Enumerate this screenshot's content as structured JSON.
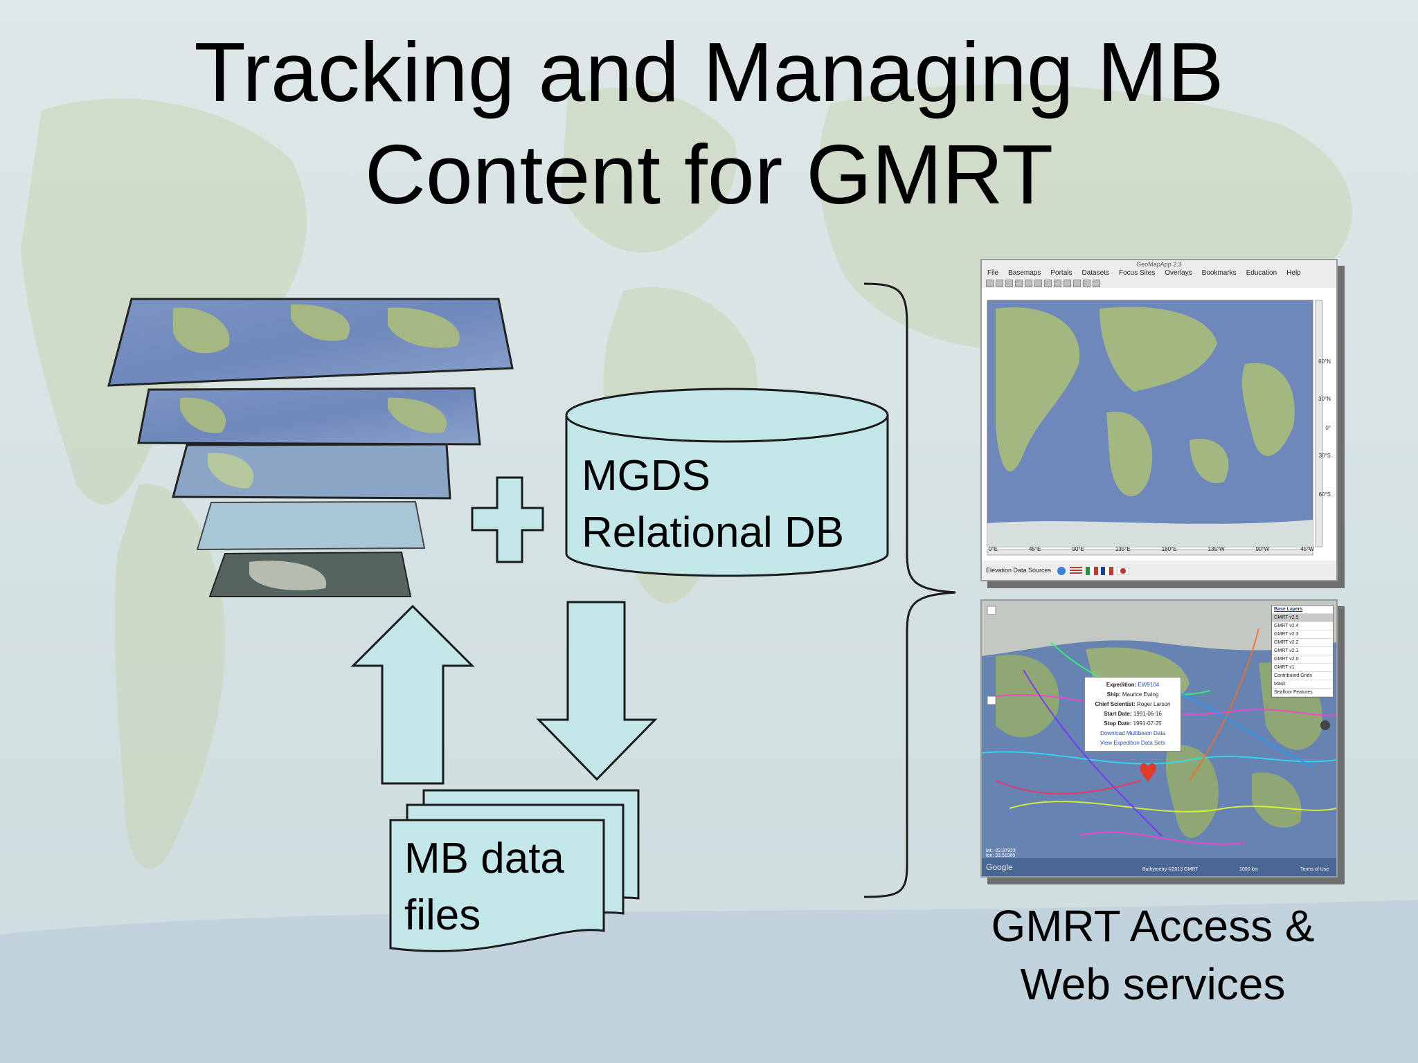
{
  "title": {
    "line1": "Tracking and Managing MB",
    "line2": "Content for GMRT"
  },
  "database": {
    "line1": "MGDS",
    "line2": "Relational DB"
  },
  "files": {
    "line1": "MB data",
    "line2": "files"
  },
  "caption": {
    "line1": "GMRT Access &",
    "line2": "Web services"
  },
  "geomapapp": {
    "window_title": "GeoMapApp 2.3",
    "menus": [
      "File",
      "Basemaps",
      "Portals",
      "Datasets",
      "Focus Sites",
      "Overlays",
      "Bookmarks",
      "Education",
      "Help"
    ],
    "latitudes": [
      "60°N",
      "30°N",
      "0°",
      "30°S",
      "60°S"
    ],
    "longitudes": [
      "0°E",
      "45°E",
      "90°E",
      "135°E",
      "180°E",
      "135°W",
      "90°W",
      "45°W"
    ],
    "status": "Elevation Data Sources"
  },
  "webmap": {
    "layers_header": "Base Layers",
    "layers": [
      "GMRT v2.5",
      "GMRT v2.4",
      "GMRT v2.3",
      "GMRT v2.2",
      "GMRT v2.1",
      "GMRT v2.0",
      "GMRT v1",
      "Contributed Grids",
      "Mask",
      "Seafloor Features"
    ],
    "popup": {
      "expedition_label": "Expedition:",
      "expedition": "EW9104",
      "ship_label": "Ship:",
      "ship": "Maurice Ewing",
      "scientist_label": "Chief Scientist:",
      "scientist": "Roger Larson",
      "start_label": "Start Date:",
      "start": "1991-06-16",
      "stop_label": "Stop Date:",
      "stop": "1991-07-25",
      "link1": "Download Multibeam Data",
      "link2": "View Expedition Data Sets"
    },
    "coords": {
      "lat": "lat: -22.97923",
      "lon": "lon: 33.51965"
    },
    "google": "Google",
    "credit": "Bathymetry ©2013 GMRT",
    "scale": "1000 km",
    "terms": "Terms of Use"
  },
  "colors": {
    "shape_fill": "#c3e6e8",
    "shape_stroke": "#1a1a1a",
    "ocean": "#6d86b8",
    "land": "#a7b888"
  }
}
